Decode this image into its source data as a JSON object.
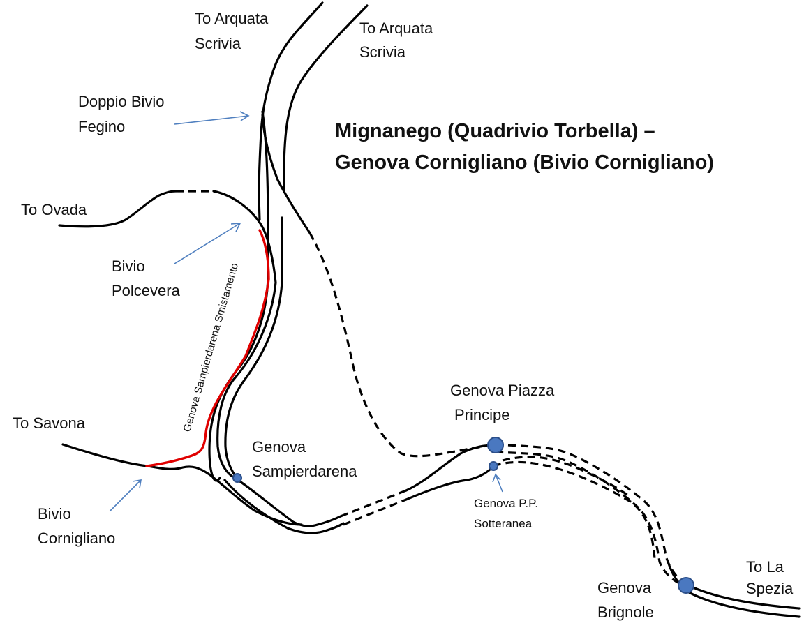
{
  "title": {
    "line1": "Mignanego (Quadrivio Torbella) –",
    "line2": "Genova Cornigliano (Bivio Cornigliano)"
  },
  "labels": {
    "arquata_left": [
      "To Arquata",
      "Scrivia"
    ],
    "arquata_right": [
      "To Arquata",
      "Scrivia"
    ],
    "doppio_bivio": [
      "Doppio Bivio",
      "Fegino"
    ],
    "ovada": "To Ovada",
    "bivio_polcevera": [
      "Bivio",
      "Polcevera"
    ],
    "smistamento": "Genova Sampierdarena Smistamento",
    "savona": "To Savona",
    "bivio_cornigliano": [
      "Bivio",
      "Cornigliano"
    ],
    "sampierdarena": [
      "Genova",
      "Sampierdarena"
    ],
    "piazza_principe": [
      "Genova Piazza",
      "Principe"
    ],
    "pp_sotteranea": [
      "Genova P.P.",
      "Sotteranea"
    ],
    "brignole": [
      "Genova",
      "Brignole"
    ],
    "la_spezia": [
      "To La",
      "Spezia"
    ]
  },
  "colors": {
    "track": "#000000",
    "highlight_route": "#e00000",
    "arrow": "#4f7fbf",
    "station": "#4a78c0"
  }
}
